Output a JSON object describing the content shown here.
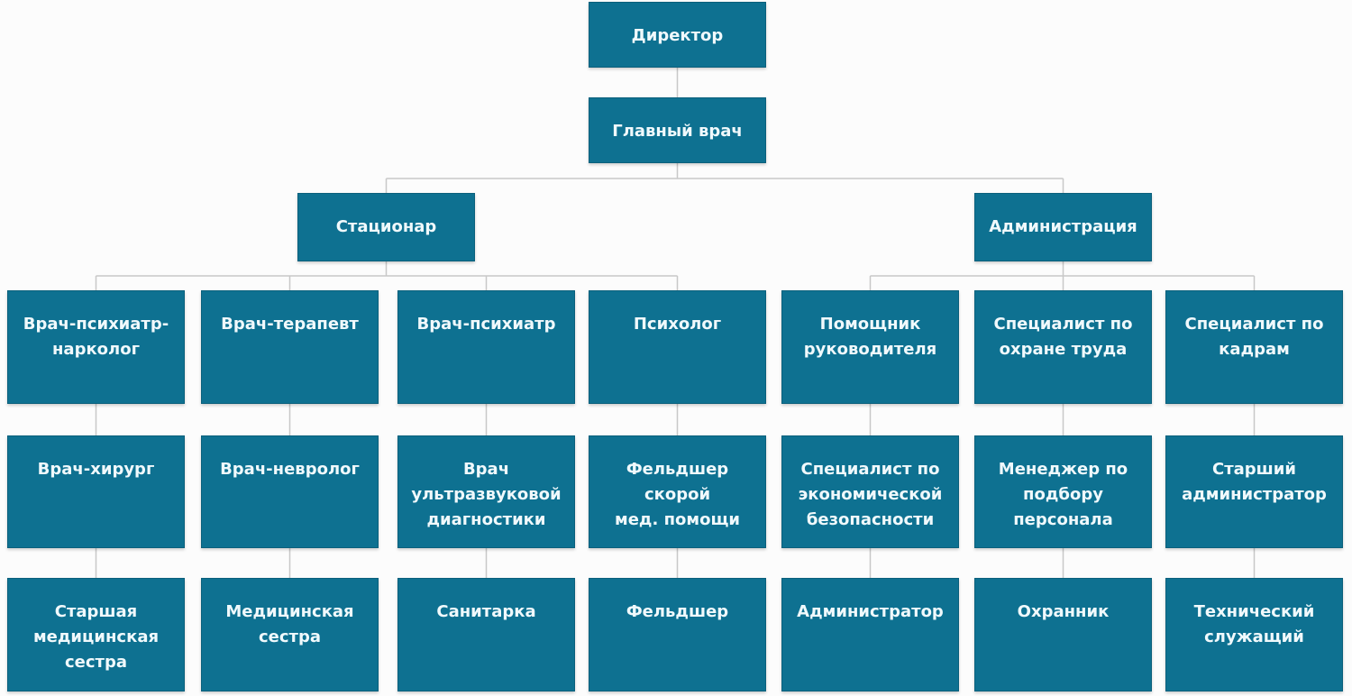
{
  "diagram": {
    "type": "org-chart",
    "language": "ru",
    "colors": {
      "node_fill": "#0e7191",
      "node_border": "#0b607c",
      "node_text": "#f0f9fc",
      "connector": "#c8c8c8",
      "background": "#fcfcfc"
    },
    "nodes": {
      "director": {
        "label": "Директор"
      },
      "chief_physician": {
        "label": "Главный врач"
      },
      "inpatient": {
        "label": "Стационар"
      },
      "administration": {
        "label": "Администрация"
      },
      "psychiatrist_narcologist": {
        "label": "Врач-психиатр-\nнарколог"
      },
      "therapist": {
        "label": "Врач-терапевт"
      },
      "psychiatrist": {
        "label": "Врач-психиатр"
      },
      "psychologist": {
        "label": "Психолог"
      },
      "director_assistant": {
        "label": "Помощник\nруководителя"
      },
      "labor_safety_specialist": {
        "label": "Специалист по\nохране труда"
      },
      "hr_specialist": {
        "label": "Специалист по\nкадрам"
      },
      "surgeon": {
        "label": "Врач-хирург"
      },
      "neurologist": {
        "label": "Врач-невролог"
      },
      "ultrasound_doctor": {
        "label": "Врач\nультразвуковой\nдиагностики"
      },
      "ambulance_paramedic": {
        "label": "Фельдшер скорой\nмед. помощи"
      },
      "economic_security_specialist": {
        "label": "Специалист по\nэкономической\nбезопасности"
      },
      "recruitment_manager": {
        "label": "Менеджер по\nподбору\nперсонала"
      },
      "senior_administrator": {
        "label": "Старший\nадминистратор"
      },
      "head_nurse": {
        "label": "Старшая\nмедицинская\nсестра"
      },
      "nurse": {
        "label": "Медицинская\nсестра"
      },
      "orderly": {
        "label": "Санитарка"
      },
      "paramedic": {
        "label": "Фельдшер"
      },
      "administrator": {
        "label": "Администратор"
      },
      "security_guard": {
        "label": "Охранник"
      },
      "technical_worker": {
        "label": "Технический\nслужащий"
      }
    },
    "hierarchy": {
      "director": [
        "chief_physician"
      ],
      "chief_physician": [
        "inpatient",
        "administration"
      ],
      "inpatient": [
        "psychiatrist_narcologist",
        "therapist",
        "psychiatrist",
        "psychologist"
      ],
      "administration": [
        "director_assistant",
        "labor_safety_specialist",
        "hr_specialist"
      ],
      "psychiatrist_narcologist": [
        "surgeon"
      ],
      "therapist": [
        "neurologist"
      ],
      "psychiatrist": [
        "ultrasound_doctor"
      ],
      "psychologist": [
        "ambulance_paramedic"
      ],
      "director_assistant": [
        "economic_security_specialist"
      ],
      "labor_safety_specialist": [
        "recruitment_manager"
      ],
      "hr_specialist": [
        "senior_administrator"
      ],
      "surgeon": [
        "head_nurse"
      ],
      "neurologist": [
        "nurse"
      ],
      "ultrasound_doctor": [
        "orderly"
      ],
      "ambulance_paramedic": [
        "paramedic"
      ],
      "economic_security_specialist": [
        "administrator"
      ],
      "recruitment_manager": [
        "security_guard"
      ],
      "senior_administrator": [
        "technical_worker"
      ]
    }
  }
}
